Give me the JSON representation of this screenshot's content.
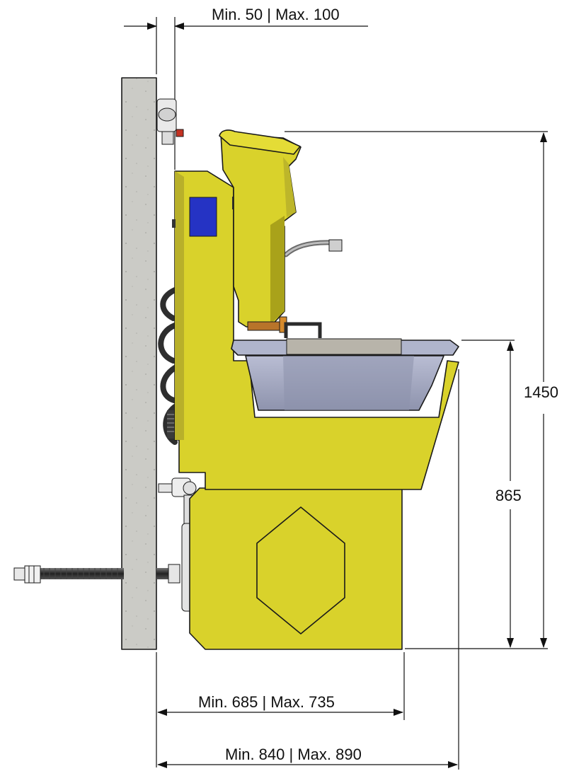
{
  "dimensions": {
    "wall_gap": "Min. 50 | Max. 100",
    "total_height": "1450",
    "basin_height": "865",
    "depth_body": "Min. 685 | Max. 735",
    "depth_total": "Min. 840 | Max. 890"
  },
  "colors": {
    "machine_yellow": "#d9d22b",
    "machine_yellow_shadow": "#a9a21a",
    "wall_concrete": "#c9c9c4",
    "basin_blue_gray": "#a6abc3",
    "display_blue": "#2533c4",
    "dimension_line": "#111111"
  }
}
